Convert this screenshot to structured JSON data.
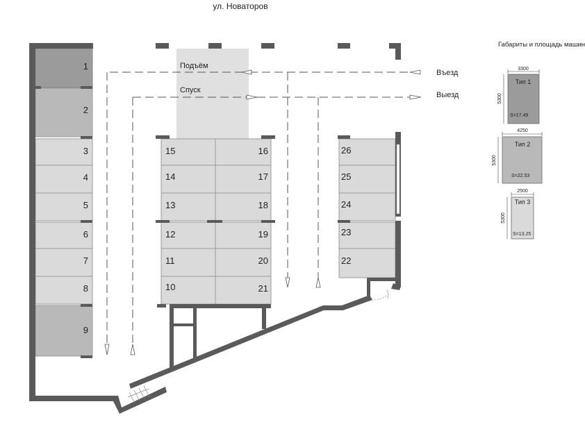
{
  "street": "ул. Новаторов",
  "labels": {
    "up": "Подъём",
    "down": "Спуск",
    "entry": "Въезд",
    "exit": "Выезд"
  },
  "legend": {
    "title": "Габариты и площадь машин",
    "types": [
      {
        "name": "Тип 1",
        "width": "3300",
        "length": "5300",
        "area": "S=17.49",
        "color": "#9b9b9b"
      },
      {
        "name": "Тип 2",
        "width": "4250",
        "length": "5300",
        "area": "S=22.53",
        "color": "#b9b9b9"
      },
      {
        "name": "Тип 3",
        "width": "2500",
        "length": "5300",
        "area": "S=13.25",
        "color": "#dadada"
      }
    ]
  },
  "spots": {
    "s1": "1",
    "s2": "2",
    "s3": "3",
    "s4": "4",
    "s5": "5",
    "s6": "6",
    "s7": "7",
    "s8": "8",
    "s9": "9",
    "s10": "10",
    "s11": "11",
    "s12": "12",
    "s13": "13",
    "s14": "14",
    "s15": "15",
    "s16": "16",
    "s17": "17",
    "s18": "18",
    "s19": "19",
    "s20": "20",
    "s21": "21",
    "s22": "22",
    "s23": "23",
    "s24": "24",
    "s25": "25",
    "s26": "26"
  },
  "colors": {
    "wall": "#5a5a5a",
    "type1": "#9b9b9b",
    "type2": "#b9b9b9",
    "type3": "#dadada",
    "ramp": "#e0e0e0"
  }
}
